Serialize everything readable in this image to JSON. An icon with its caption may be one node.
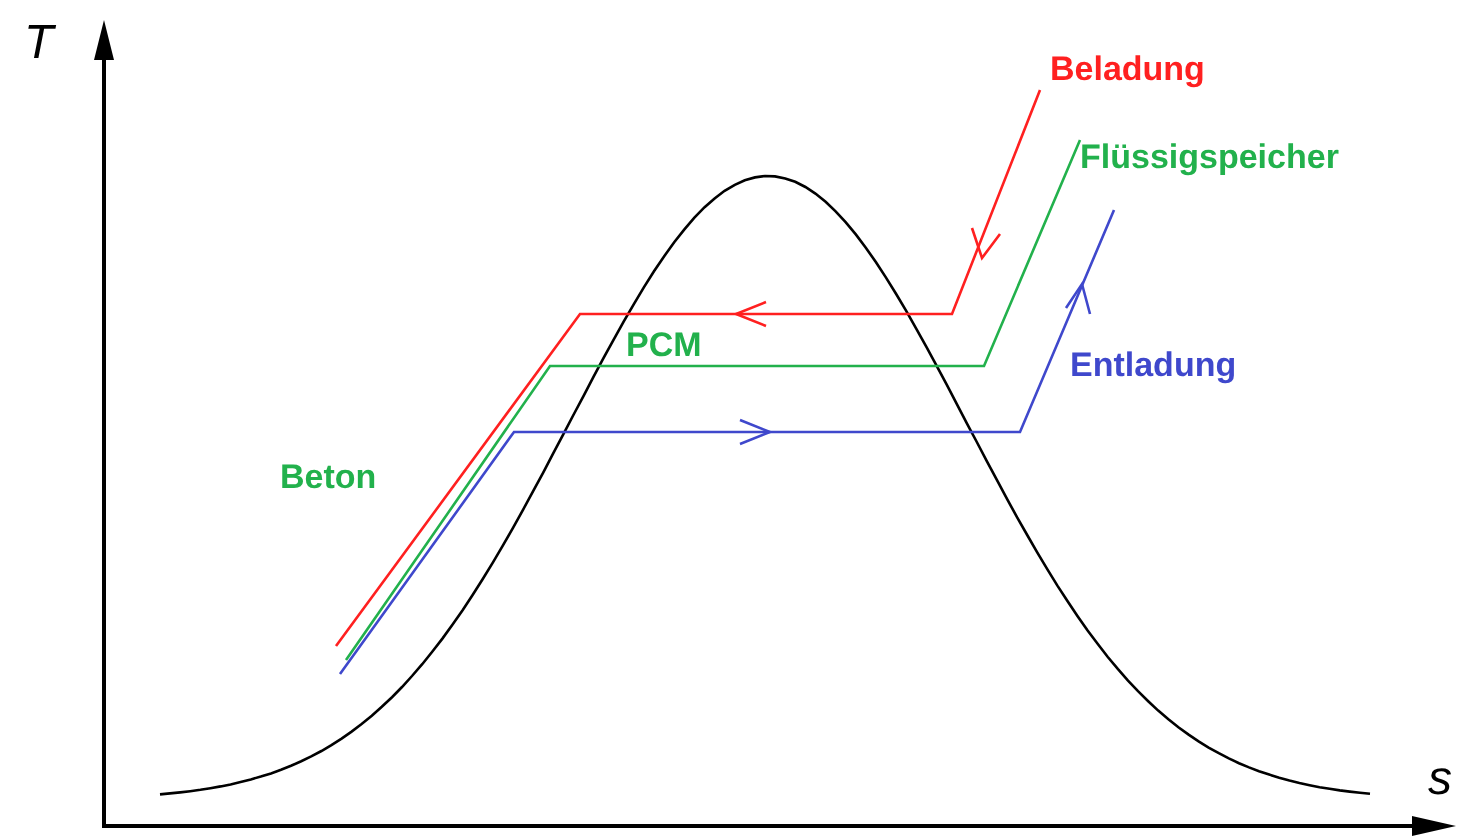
{
  "diagram": {
    "labels": [
      "T",
      "Beladung",
      "Flüssigspeicher",
      "PCM",
      "Entladung",
      "Beton",
      "s"
    ]
  }
}
